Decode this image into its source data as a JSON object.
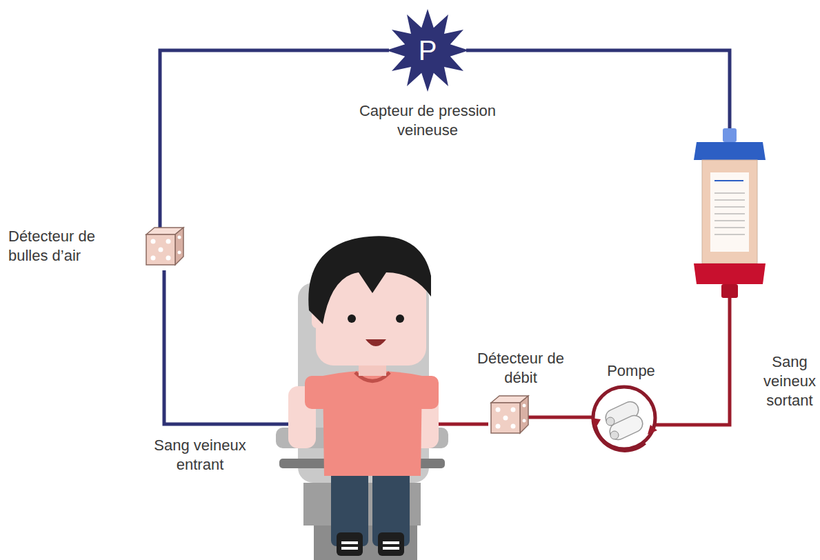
{
  "diagram": {
    "nodes": [
      {
        "text": [
          "P",
          "Capteur de pression veineuse"
        ]
      },
      {
        "text": [
          "Détecteur de bulles d’air"
        ]
      },
      {
        "text": [
          "Détecteur de débit"
        ]
      },
      {
        "text": [
          "Pompe"
        ]
      }
    ],
    "edges": [
      {
        "from": 0,
        "to": 1,
        "arrow": "none"
      },
      {
        "from": 2,
        "to": 3,
        "arrow": "none"
      },
      {
        "from": 3,
        "to": 0,
        "arrow": "none"
      }
    ],
    "labels": [
      "Sang veineux entrant",
      "Sang veineux sortant"
    ]
  }
}
